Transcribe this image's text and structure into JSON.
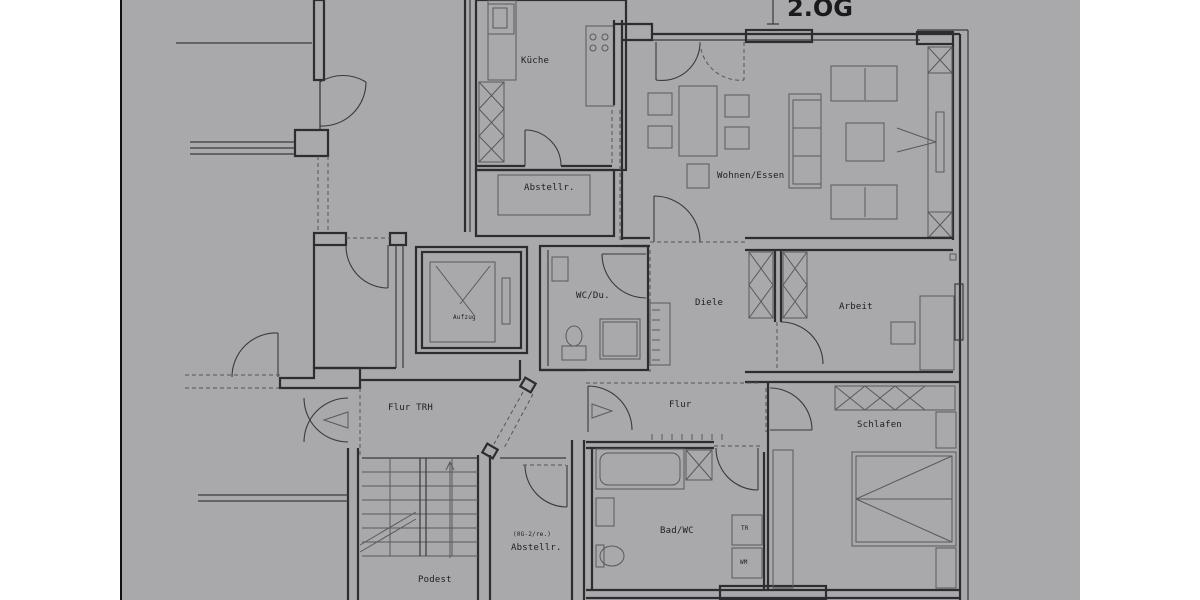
{
  "floor_plan": {
    "floor_label": "2.OG",
    "rooms": [
      {
        "id": "kueche",
        "label": "Küche"
      },
      {
        "id": "abstellr_top",
        "label": "Abstellr."
      },
      {
        "id": "wohnen_essen",
        "label": "Wohnen/Essen"
      },
      {
        "id": "aufzug",
        "label": "Aufzug"
      },
      {
        "id": "wc_du",
        "label": "WC/Du."
      },
      {
        "id": "diele",
        "label": "Diele"
      },
      {
        "id": "arbeit",
        "label": "Arbeit"
      },
      {
        "id": "flur_trh",
        "label": "Flur  TRH"
      },
      {
        "id": "flur",
        "label": "Flur"
      },
      {
        "id": "schlafen",
        "label": "Schlafen"
      },
      {
        "id": "abstellr_bottom_note",
        "label": "(0G-2/re.)"
      },
      {
        "id": "abstellr_bottom",
        "label": "Abstellr."
      },
      {
        "id": "bad_wc",
        "label": "Bad/WC"
      },
      {
        "id": "podest",
        "label": "Podest"
      }
    ],
    "fixtures": {
      "tr": "TR",
      "wm": "WM"
    },
    "colors": {
      "paper": "#a9a8ab",
      "lines": "#2d2c30",
      "background": "#ffffff"
    }
  }
}
